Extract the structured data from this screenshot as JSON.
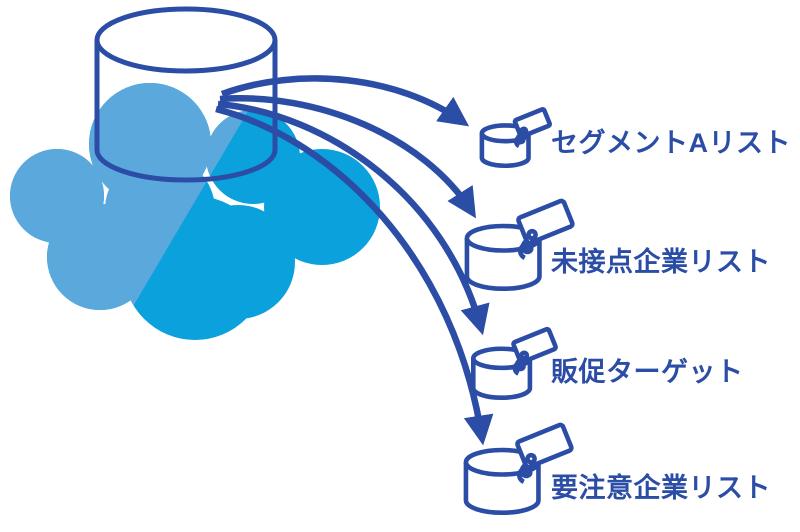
{
  "colors": {
    "outline_blue": "#2B4DA6",
    "cloud_light_blue": "#5BA8DC",
    "cloud_cyan": "#0BA1DD",
    "label_text": "#2B4DA6",
    "background": "#FFFFFF"
  },
  "source": {
    "icon": "cloud-database-icon"
  },
  "lists": [
    {
      "icon": "tagged-database-icon",
      "label": "セグメントAリスト"
    },
    {
      "icon": "tagged-database-icon",
      "label": "未接点企業リスト"
    },
    {
      "icon": "tagged-database-icon",
      "label": "販促ターゲット"
    },
    {
      "icon": "tagged-database-icon",
      "label": "要注意企業リスト"
    }
  ]
}
